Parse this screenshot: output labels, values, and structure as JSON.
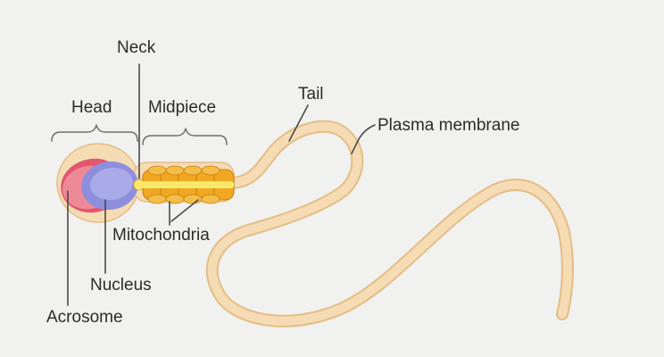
{
  "labels": {
    "neck": "Neck",
    "head": "Head",
    "midpiece": "Midpiece",
    "tail": "Tail",
    "plasma_membrane": "Plasma membrane",
    "mitochondria": "Mitochondria",
    "nucleus": "Nucleus",
    "acrosome": "Acrosome"
  },
  "colors": {
    "background": "#f1f1ef",
    "membrane": "#f6dcb4",
    "membrane_outline": "#e3bd86",
    "acrosome": "#e3566f",
    "nucleus": "#8e8fdc",
    "mitochondria": "#f0a722",
    "axial_core": "#fbe86a",
    "leader_lines": "#4a4a4a"
  }
}
